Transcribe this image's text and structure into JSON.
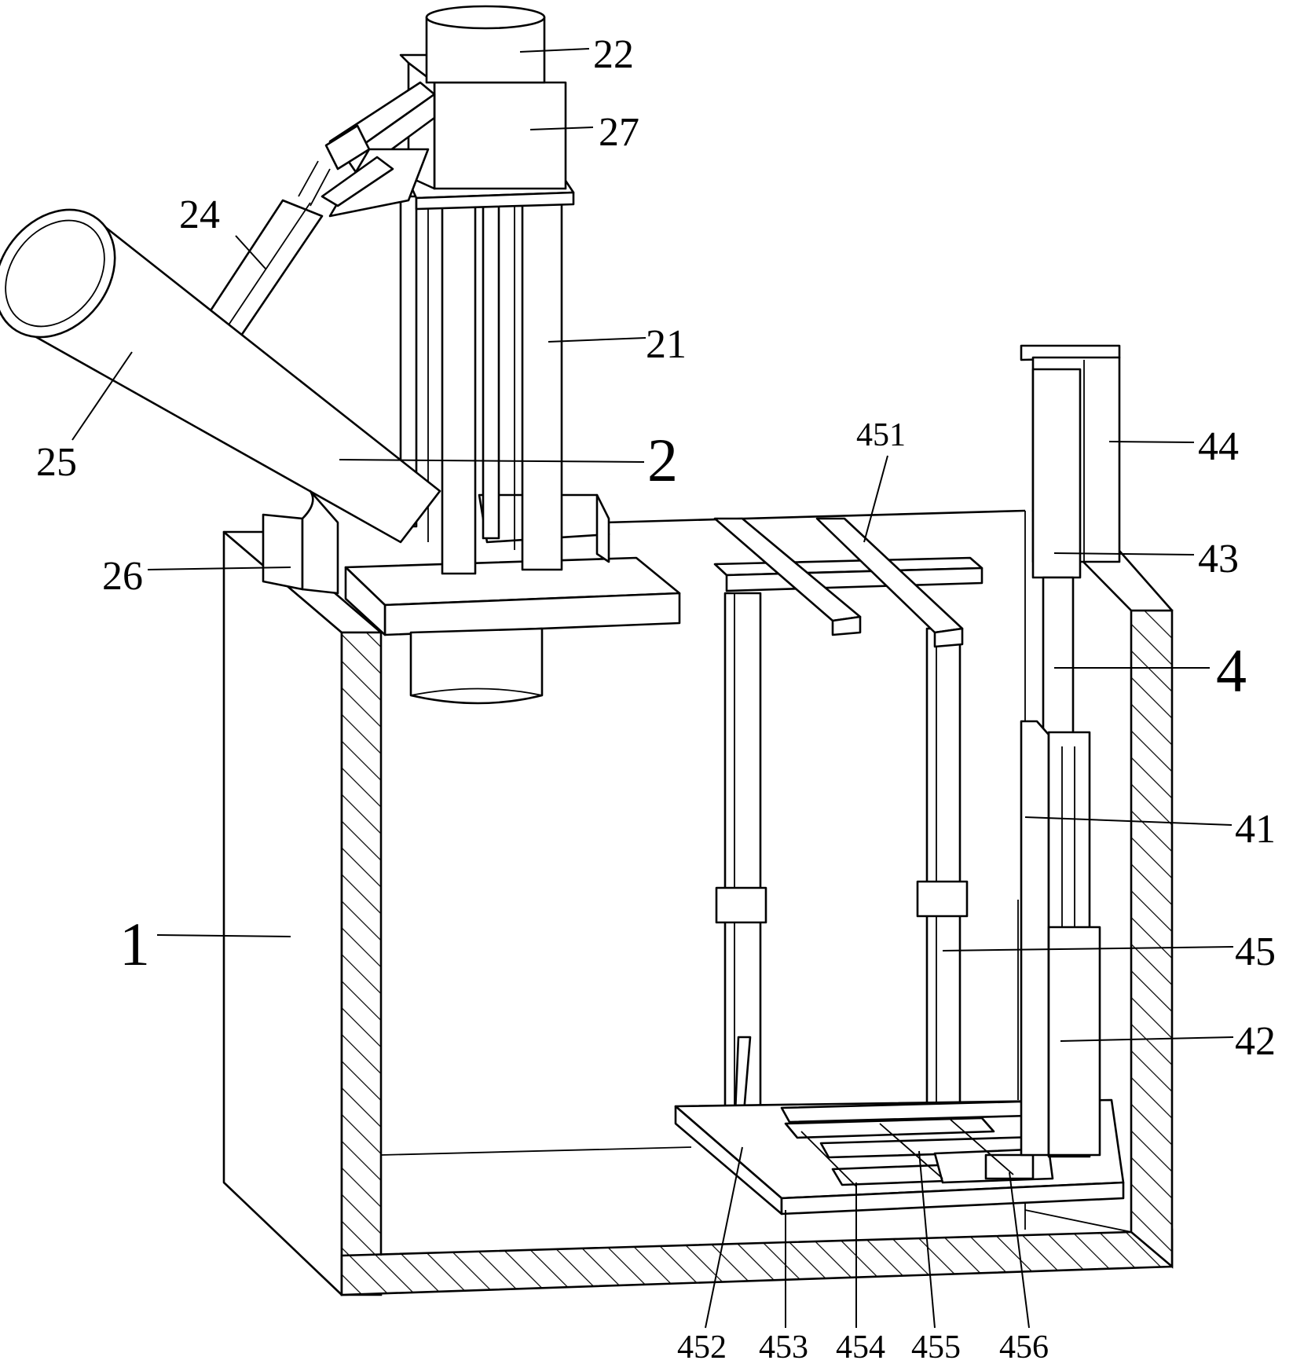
{
  "labels": {
    "l1": "1",
    "l2": "2",
    "l4": "4",
    "l21": "21",
    "l22": "22",
    "l24": "24",
    "l25": "25",
    "l26": "26",
    "l27": "27",
    "l41": "41",
    "l42": "42",
    "l43": "43",
    "l44": "44",
    "l45": "45",
    "l451": "451",
    "l452": "452",
    "l453": "453",
    "l454": "454",
    "l455": "455",
    "l456": "456"
  }
}
